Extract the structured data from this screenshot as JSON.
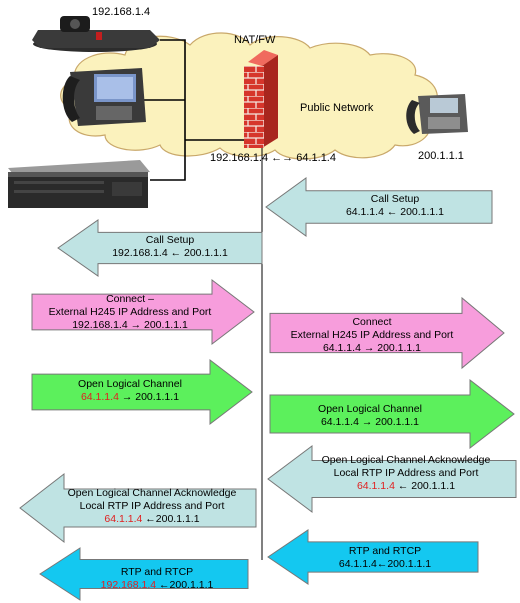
{
  "labels": {
    "left_host_ip": "192.168.1.4",
    "firewall": "NAT/FW",
    "public_network": "Public Network",
    "right_host_ip": "200.1.1.1",
    "nat_mapping": "192.168.1.4 ←→ 64.1.1.4"
  },
  "messages": {
    "right_call_setup": {
      "l1": "Call Setup",
      "l2": "64.1.1.4 ← 200.1.1.1"
    },
    "left_call_setup": {
      "l1": "Call Setup",
      "l2": "192.168.1.4 ← 200.1.1.1"
    },
    "left_connect": {
      "l1": "Connect –",
      "l2": "External H245 IP Address and Port",
      "l3": "192.168.1.4 → 200.1.1.1"
    },
    "right_connect": {
      "l1": "Connect",
      "l2": "External H245 IP Address and Port",
      "l3": "64.1.1.4 → 200.1.1.1"
    },
    "left_olc": {
      "l1": "Open Logical Channel",
      "l2_red": "64.1.1.4",
      "l2_rest": " → 200.1.1.1"
    },
    "right_olc": {
      "l1": "Open Logical Channel",
      "l2": "64.1.1.4 → 200.1.1.1"
    },
    "right_olc_ack": {
      "l1": "Open Logical Channel Acknowledge",
      "l2": "Local RTP IP Address and Port",
      "l3_red": "64.1.1.4",
      "l3_rest": " ← 200.1.1.1"
    },
    "left_olc_ack": {
      "l1": "Open Logical Channel Acknowledge",
      "l2": "Local RTP IP Address and Port",
      "l3_red": "64.1.1.4",
      "l3_rest": " ←200.1.1.1"
    },
    "right_rtp": {
      "l1": "RTP and RTCP",
      "l2": "64.1.1.4←200.1.1.1"
    },
    "left_rtp": {
      "l1": "RTP and RTCP",
      "l2_red": "192.168.1.4",
      "l2_rest": " ←200.1.1.1"
    }
  },
  "colors": {
    "teal": "#bfe3e3",
    "pink": "#f79ddc",
    "green": "#5cf05c",
    "cyan": "#14c8f0",
    "red_text": "#e02020",
    "firewall": "#d6352b",
    "cloud": "#fbf2bd"
  },
  "icons": {
    "videoconf": "video-conference-unit-icon",
    "ip_phone_left": "ip-phone-color-icon",
    "server": "rack-server-icon",
    "firewall": "brick-firewall-icon",
    "ip_phone_right": "ip-phone-icon"
  }
}
